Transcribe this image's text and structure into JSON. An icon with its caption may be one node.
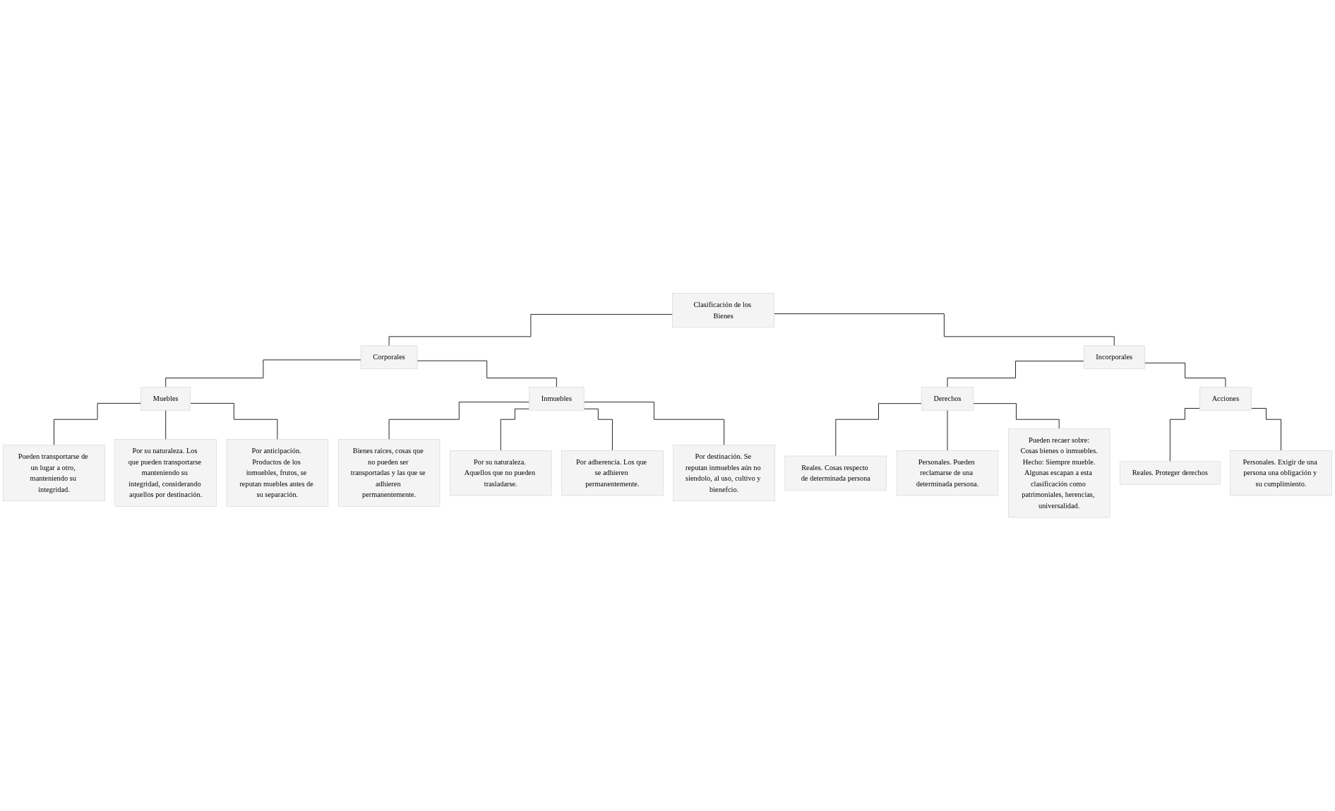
{
  "diagram": {
    "nodes": [
      {
        "text": [
          "Clasificación de los Bienes"
        ]
      },
      {
        "text": [
          "Corporales"
        ]
      },
      {
        "text": [
          "Incorporales"
        ]
      },
      {
        "text": [
          "Muebles"
        ]
      },
      {
        "text": [
          "Inmuebles"
        ]
      },
      {
        "text": [
          "Derechos"
        ]
      },
      {
        "text": [
          "Acciones"
        ]
      },
      {
        "text": [
          "Pueden transportarse de un lugar a otro, manteniendo su integridad."
        ]
      },
      {
        "text": [
          "Por su naturaleza. Los que pueden transportarse manteniendo su integridad, considerando aquellos por destinación."
        ]
      },
      {
        "text": [
          "Por anticipación. Productos de los inmuebles, frutos, se reputan muebles antes de su separación."
        ]
      },
      {
        "text": [
          "Bienes raíces, cosas que no pueden ser transportadas y las que se adhieren permanentemente."
        ]
      },
      {
        "text": [
          "Por su naturaleza. Aquellos que no pueden trasladarse."
        ]
      },
      {
        "text": [
          "Por adherencia. Los que se adhieren permanentemente."
        ]
      },
      {
        "text": [
          "Por destinación. Se reputan inmuebles aún no siendolo, al uso, cultivo y bienefcio."
        ]
      },
      {
        "text": [
          "Reales. Cosas respecto de determinada persona"
        ]
      },
      {
        "text": [
          "Personales. Pueden reclamarse de una determinada persona."
        ]
      },
      {
        "text": [
          "Pueden recaer sobre:",
          "Cosas bienes o inmuebles.",
          "Hecho: Siempre mueble.",
          "Algunas escapan a esta clasificación como patrimoniales, herencias, universalidad."
        ]
      },
      {
        "text": [
          "Reales. Proteger derechos"
        ]
      },
      {
        "text": [
          "Personales. Exigir de una persona una obligación y su cumplimiento."
        ]
      }
    ],
    "edges": [
      {
        "from": 0,
        "to": 1,
        "arrow": "none"
      },
      {
        "from": 0,
        "to": 2,
        "arrow": "none"
      },
      {
        "from": 1,
        "to": 3,
        "arrow": "none"
      },
      {
        "from": 1,
        "to": 4,
        "arrow": "none"
      },
      {
        "from": 2,
        "to": 5,
        "arrow": "none"
      },
      {
        "from": 2,
        "to": 6,
        "arrow": "none"
      },
      {
        "from": 3,
        "to": 7,
        "arrow": "none"
      },
      {
        "from": 3,
        "to": 8,
        "arrow": "none"
      },
      {
        "from": 3,
        "to": 9,
        "arrow": "none"
      },
      {
        "from": 4,
        "to": 10,
        "arrow": "none"
      },
      {
        "from": 4,
        "to": 11,
        "arrow": "none"
      },
      {
        "from": 4,
        "to": 12,
        "arrow": "none"
      },
      {
        "from": 4,
        "to": 13,
        "arrow": "none"
      },
      {
        "from": 5,
        "to": 14,
        "arrow": "none"
      },
      {
        "from": 5,
        "to": 15,
        "arrow": "none"
      },
      {
        "from": 5,
        "to": 16,
        "arrow": "none"
      },
      {
        "from": 6,
        "to": 17,
        "arrow": "none"
      },
      {
        "from": 6,
        "to": 18,
        "arrow": "none"
      }
    ]
  }
}
